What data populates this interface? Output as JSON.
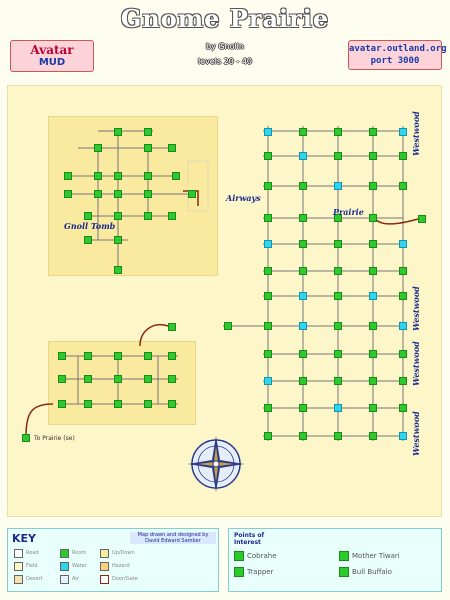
{
  "header": {
    "title": "Gnome Prairie",
    "subtitle_line1": "by Gnolin",
    "subtitle_line2": "levels 20 - 40"
  },
  "banner_left": {
    "line1": "Avatar",
    "line2": "MUD"
  },
  "banner_right": {
    "line1": "avatar.outland.org",
    "line2": "port 3000"
  },
  "map": {
    "labels": {
      "airways": "Airways",
      "gnoll_tomb": "Gnoll Tomb",
      "westwood": "Westwood",
      "prairie": "Prairie",
      "to_prairie": "To Prairie (se)"
    }
  },
  "key": {
    "title": "KEY",
    "credit_line1": "Map drawn and designed by",
    "credit_line2": "David Edward Samber",
    "rows": [
      [
        "Road",
        "Room",
        "Up/Down"
      ],
      [
        "Field",
        "Water",
        "Hazard"
      ],
      [
        "Desert",
        "Air",
        "Door/Gate"
      ]
    ]
  },
  "interest": {
    "title": "Points of Interest",
    "items": [
      "Cobrahe",
      "Trapper",
      "Mother Tiwari",
      "Bull Buffalo"
    ]
  },
  "colors": {
    "room": "#2dc92d",
    "water": "#2dd5ee",
    "zone": "#faeaa0",
    "map_bg": "#fdf6c9",
    "accent": "#1a2a90"
  }
}
